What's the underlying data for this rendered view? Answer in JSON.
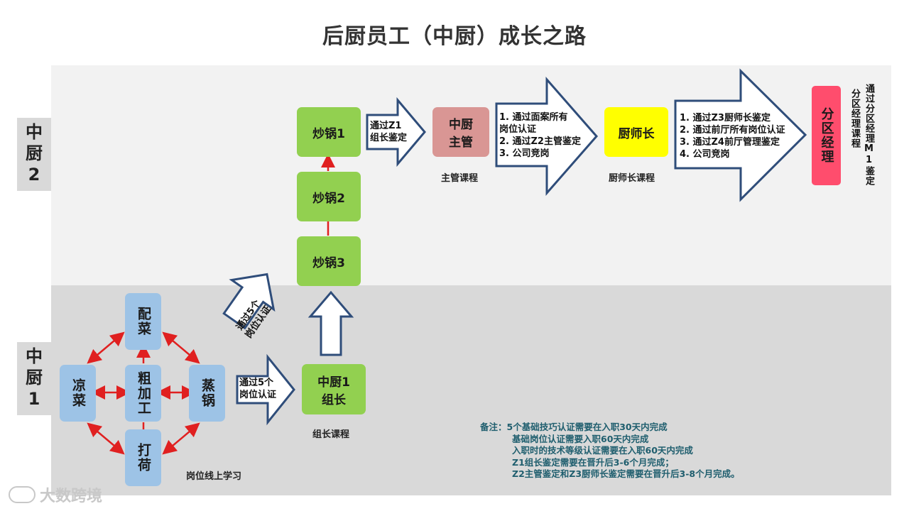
{
  "title": "后厨员工（中厨）成长之路",
  "levels": [
    {
      "id": "level2",
      "lines": [
        "中",
        "厨",
        "2"
      ]
    },
    {
      "id": "level1",
      "lines": [
        "中",
        "厨",
        "1"
      ]
    }
  ],
  "stations": {
    "pei_cai": "配菜",
    "liang_cai": "凉菜",
    "cu_jia_gong": "粗加工",
    "zheng_guo": "蒸锅",
    "da_he": "打荷"
  },
  "stations_caption": "岗位线上学习",
  "arrow_cert5": [
    "通过5个",
    "岗位认证"
  ],
  "arrow_cert5_tilted": [
    "通过5个",
    "岗位认证"
  ],
  "group_leader": [
    "中厨1",
    "组长"
  ],
  "group_leader_caption": "组长课程",
  "woks": [
    "炒锅3",
    "炒锅2",
    "炒锅1"
  ],
  "arrow_z1": [
    "通过Z1",
    "组长鉴定"
  ],
  "supervisor": [
    "中厨",
    "主管"
  ],
  "supervisor_caption": "主管课程",
  "arrow_z2": [
    "1. 通过面案所有",
    "岗位认证",
    "2. 通过Z2主管鉴定",
    "3. 公司竞岗"
  ],
  "chef": "厨师长",
  "chef_caption": "厨师长课程",
  "arrow_z3": [
    "1. 通过Z3厨师长鉴定",
    "2. 通过前厅所有岗位认证",
    "3. 通过Z4前厅管理鉴定",
    "4. 公司竞岗"
  ],
  "district_manager": "分区经理",
  "dm_course": "分区经理课程",
  "dm_cert": "通过分区经理M1鉴定",
  "note_label": "备注：",
  "notes": [
    "5个基础技巧认证需要在入职30天内完成",
    "基础岗位认证需要入职60天内完成",
    "入职时的技术等级认证需要在入职60天内完成",
    "Z1组长鉴定需要在晋升后3-6个月完成；",
    "Z2主管鉴定和Z3厨师长鉴定需要在晋升后3-8个月完成。"
  ],
  "watermark": "大数跨境",
  "colors": {
    "green": "#92d050",
    "blue": "#9dc3e6",
    "supervisor": "#d99694",
    "chef": "#ffff00",
    "manager": "#ff4d6d",
    "red_arrow": "#e02020",
    "navy_outline": "#2f4d7a"
  }
}
